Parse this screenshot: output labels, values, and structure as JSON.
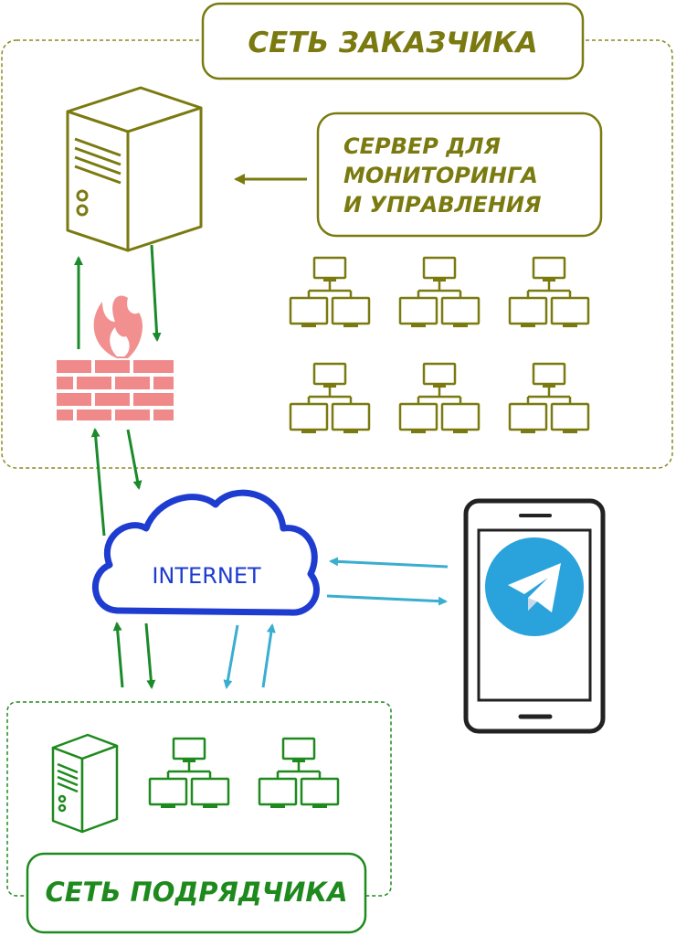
{
  "customer_network": {
    "title": "СЕТЬ ЗАКАЗЧИКА",
    "server_caption": [
      "СЕРВЕР ДЛЯ",
      "МОНИТОРИНГА",
      "И УПРАВЛЕНИЯ"
    ]
  },
  "internet": {
    "label": "INTERNET"
  },
  "contractor_network": {
    "title": "СЕТЬ ПОДРЯДЧИКА"
  },
  "colors": {
    "olive": "#7a7a10",
    "green": "#1e8a1e",
    "arrow_green": "#1a8a2a",
    "cloud_blue": "#1e3cd0",
    "arrow_cyan": "#3aaed0",
    "firewall": "#f08a8a",
    "telegram": "#2aa3dc"
  },
  "icons": {
    "server": "server-icon",
    "network": "lan-group-icon",
    "firewall": "firewall-icon",
    "cloud": "cloud-icon",
    "phone": "smartphone-icon",
    "telegram": "telegram-icon"
  }
}
